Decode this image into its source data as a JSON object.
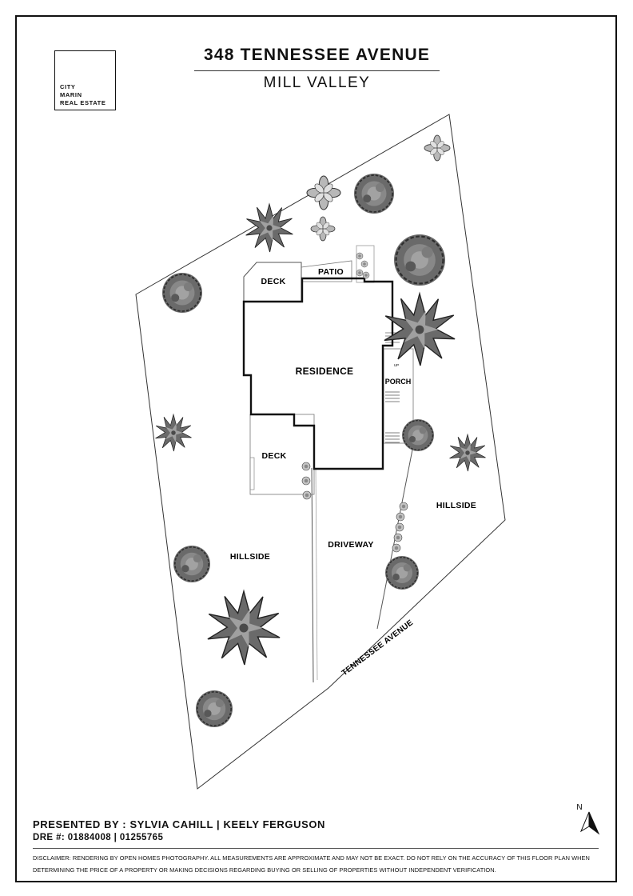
{
  "title": "348 TENNESSEE AVENUE",
  "subtitle": "MILL VALLEY",
  "logo": {
    "line1": "CITY",
    "line2": "MARIN",
    "line3": "REAL ESTATE"
  },
  "plan": {
    "deck_top": "DECK",
    "patio": "PATIO",
    "residence": "RESIDENCE",
    "porch": "PORCH",
    "deck_bottom": "DECK",
    "hillside_left": "HILLSIDE",
    "hillside_right": "HILLSIDE",
    "driveway": "DRIVEWAY",
    "street": "TENNESSEE AVENUE",
    "stair_up": "UP",
    "north": "N"
  },
  "footer": {
    "presented": "PRESENTED BY : SYLVIA CAHILL | KEELY FERGUSON",
    "dre": "DRE #: 01884008 | 01255765",
    "disclaimer": "DISCLAIMER: RENDERING BY OPEN HOMES PHOTOGRAPHY. ALL MEASUREMENTS ARE APPROXIMATE AND MAY NOT BE EXACT. DO NOT RELY ON THE ACCURACY OF THIS FLOOR PLAN WHEN DETERMINING THE PRICE OF A PROPERTY OR MAKING DECISIONS REGARDING BUYING OR SELLING OF PROPERTIES WITHOUT INDEPENDENT VERIFICATION."
  },
  "colors": {
    "ink": "#111111",
    "tree_dark": "#6a6a6a",
    "tree_light": "#b5b5b5"
  }
}
